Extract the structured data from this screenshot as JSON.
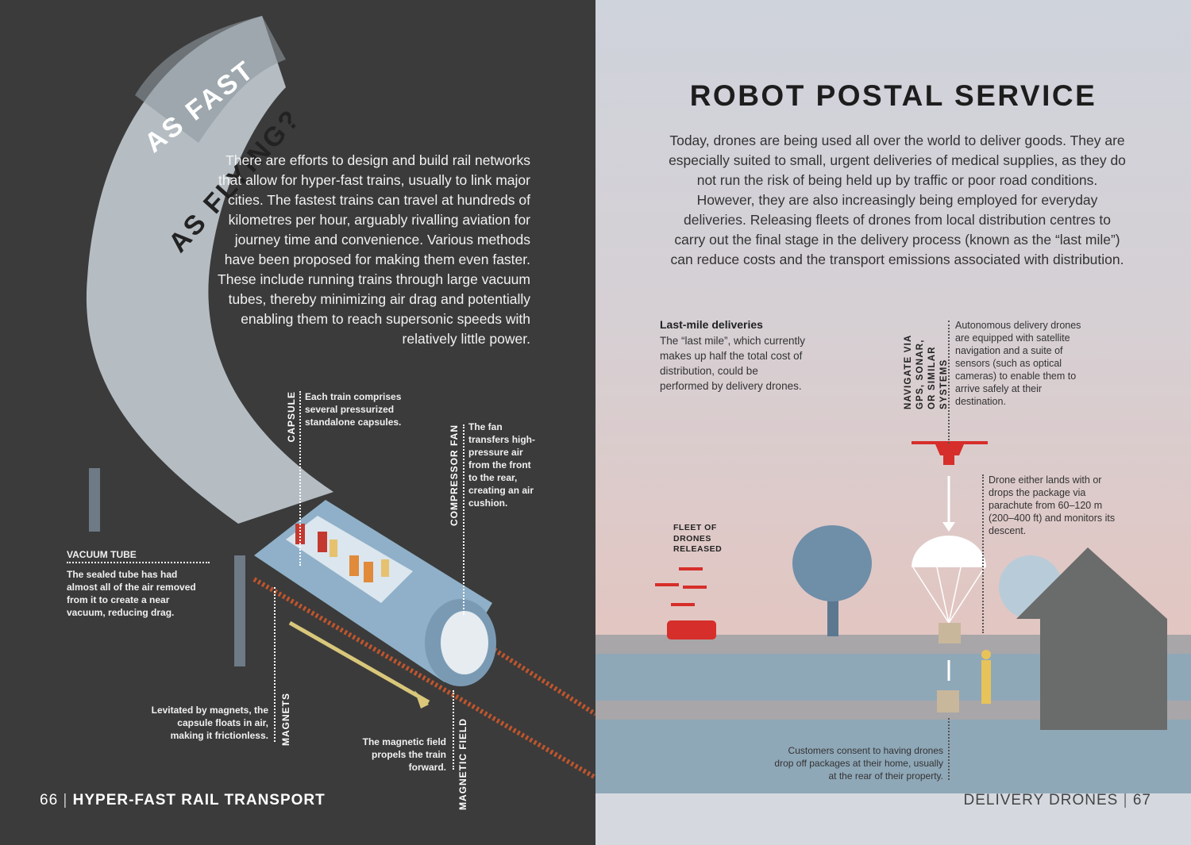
{
  "left_page": {
    "heading_line1": "AS FAST",
    "heading_line2": "AS FLYING?",
    "intro": "There are efforts to design and build rail networks that allow for hyper-fast trains, usually to link major cities. The fastest trains can travel at hundreds of kilometres per hour, arguably rivalling aviation for journey time and convenience. Various methods have been proposed for making them even faster. These include running trains through large vacuum tubes, thereby minimizing air drag and potentially enabling them to reach supersonic speeds with relatively little power.",
    "capsule": {
      "label": "CAPSULE",
      "text": "Each train comprises several pressurized standalone capsules."
    },
    "compressor_fan": {
      "label": "COMPRESSOR FAN",
      "text": "The fan transfers high-pressure air from the front to the rear, creating an air cushion."
    },
    "vacuum_tube": {
      "label": "VACUUM TUBE",
      "text": "The sealed tube has had almost all of the air removed from it to create a near vacuum, reducing drag."
    },
    "magnets": {
      "label": "MAGNETS",
      "text": "Levitated by magnets, the capsule floats in air, making it frictionless."
    },
    "magnetic_field": {
      "label": "MAGNETIC FIELD",
      "text": "The magnetic field propels the train forward."
    },
    "page_number": "66",
    "section": "HYPER-FAST RAIL TRANSPORT"
  },
  "right_page": {
    "title": "ROBOT POSTAL SERVICE",
    "intro": "Today, drones are being used all over the world to deliver goods. They are especially suited to small, urgent deliveries of medical supplies, as they do not run the risk of being held up by traffic or poor road conditions. However, they are also increasingly being employed for everyday deliveries. Releasing fleets of drones from local distribution centres to carry out the final stage in the delivery process (known as the “last mile”) can reduce costs and the transport emissions associated with distribution.",
    "last_mile": {
      "heading": "Last-mile deliveries",
      "text": "The “last mile”, which currently makes up half the total cost of distribution, could be performed by delivery drones."
    },
    "navigate": {
      "label": "NAVIGATE VIA GPS, SONAR, OR SIMILAR SYSTEMS",
      "text": "Autonomous delivery drones are equipped with satellite navigation and a suite of sensors (such as optical cameras) to enable them to arrive safely at their destination."
    },
    "drop": {
      "text": "Drone either lands with or drops the package via parachute from 60–120 m (200–400 ft) and monitors its descent."
    },
    "fleet": {
      "label": "FLEET OF DRONES RELEASED"
    },
    "customers": {
      "text": "Customers consent to having drones drop off packages at their home, usually at the rear of their property."
    },
    "section": "DELIVERY DRONES",
    "page_number": "67"
  },
  "colors": {
    "drone": "#d62e2a",
    "dark_page": "#3b3b3b",
    "tube": "#c3ccd3"
  }
}
